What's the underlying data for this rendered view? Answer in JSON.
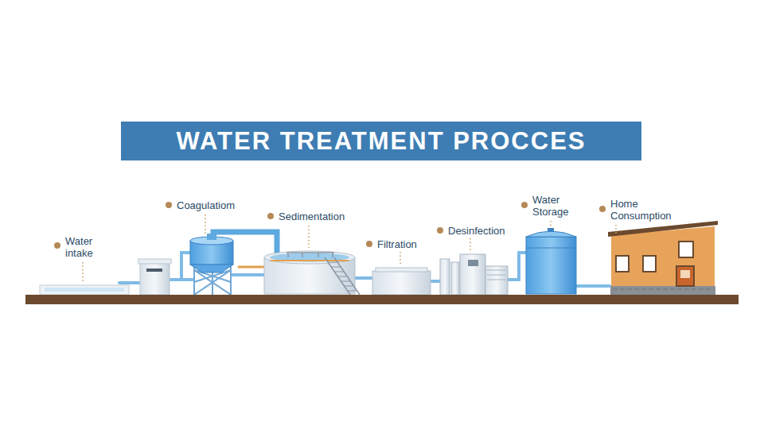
{
  "diagram": {
    "title": "WATER TREATMENT PROCCES",
    "labels": [
      "Water intake",
      "Coagulatiom",
      "Sedimentation",
      "Filtration",
      "Desinfection",
      "Water Storage",
      "Home Consumption"
    ]
  }
}
